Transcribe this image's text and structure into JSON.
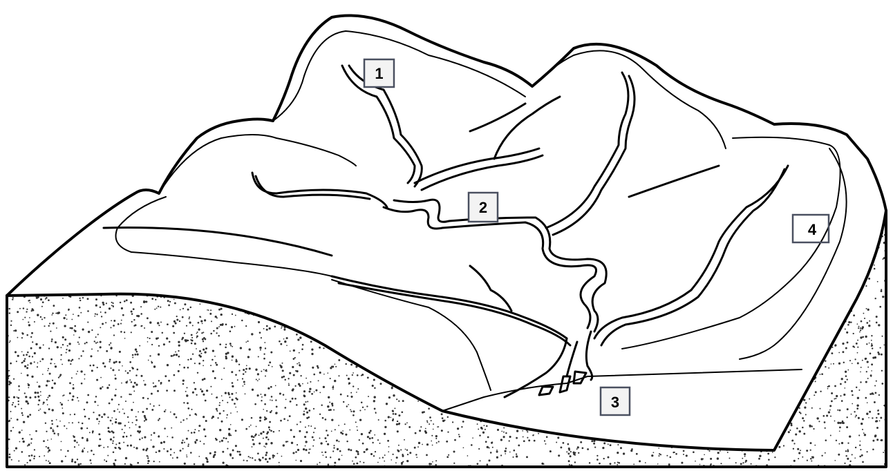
{
  "labels": [
    {
      "id": "1",
      "text": "1"
    },
    {
      "id": "2",
      "text": "2"
    },
    {
      "id": "3",
      "text": "3"
    },
    {
      "id": "4",
      "text": "4"
    }
  ],
  "colors": {
    "line": "#000000",
    "dots": "#333333",
    "box_border": "#4a5060",
    "box_fill": "#f3f3f3"
  }
}
